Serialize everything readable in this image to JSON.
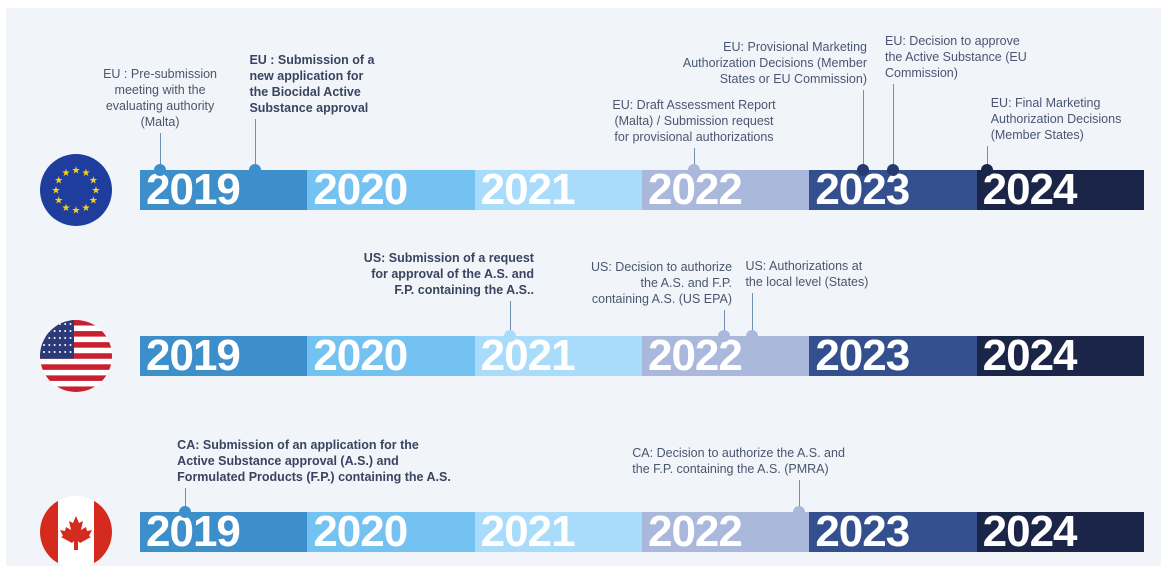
{
  "years": [
    "2019",
    "2020",
    "2021",
    "2022",
    "2023",
    "2024"
  ],
  "colors": {
    "y2019": "#3d8fcb",
    "y2020": "#74c2f1",
    "y2021": "#a9dcfa",
    "y2022": "#aab8dc",
    "y2023": "#334f8e",
    "y2024": "#1b2547",
    "stem": "#6f8fb4"
  },
  "rows": [
    {
      "id": "eu",
      "flag_icon": "eu-flag-icon",
      "events": [
        {
          "text": "EU : Pre-submission\nmeeting with the\nevaluating authority\n(Malta)",
          "year_pos": 2019.12,
          "bold": false,
          "align": "center",
          "dot_color": "#3d8fcb"
        },
        {
          "text": "EU : Submission of a\nnew application for\nthe Biocidal Active\nSubstance approval",
          "year_pos": 2019.69,
          "bold": true,
          "align": "left",
          "dot_color": "#3d8fcb"
        },
        {
          "text": "EU: Draft Assessment Report\n(Malta) / Submission request\nfor provisional authorizations",
          "year_pos": 2022.31,
          "bold": false,
          "align": "center",
          "dot_color": "#aab8dc"
        },
        {
          "text": "EU: Provisional Marketing\nAuthorization Decisions (Member\nStates or EU Commission)",
          "year_pos": 2023.32,
          "bold": false,
          "align": "right",
          "dot_color": "#263a6e"
        },
        {
          "text": "EU: Decision to approve\nthe Active Substance (EU\nCommission)",
          "year_pos": 2023.5,
          "bold": false,
          "align": "left",
          "dot_color": "#263a6e"
        },
        {
          "text": "EU: Final Marketing\nAuthorization Decisions\n(Member States)",
          "year_pos": 2024.06,
          "bold": false,
          "align": "left",
          "dot_color": "#1b2547"
        }
      ]
    },
    {
      "id": "us",
      "flag_icon": "us-flag-icon",
      "events": [
        {
          "text": "US: Submission of a request\nfor approval of the A.S. and\nF.P. containing the A.S..",
          "year_pos": 2021.21,
          "bold": true,
          "align": "right",
          "dot_color": "#a9dcfa"
        },
        {
          "text": "US: Decision to authorize\nthe A.S. and F.P.\ncontaining A.S. (US EPA)",
          "year_pos": 2022.49,
          "bold": false,
          "align": "right",
          "dot_color": "#aab8dc"
        },
        {
          "text": "US: Authorizations at\nthe local level (States)",
          "year_pos": 2022.66,
          "bold": false,
          "align": "left",
          "dot_color": "#aab8dc"
        }
      ]
    },
    {
      "id": "ca",
      "flag_icon": "canada-flag-icon",
      "events": [
        {
          "text": "CA: Submission of an application for the\nActive Substance approval (A.S.) and\nFormulated Products (F.P.) containing the A.S.",
          "year_pos": 2019.27,
          "bold": true,
          "align": "left",
          "dot_color": "#3d8fcb"
        },
        {
          "text": "CA: Decision to authorize the A.S. and\nthe F.P. containing the A.S. (PMRA)",
          "year_pos": 2022.94,
          "bold": false,
          "align": "left",
          "dot_color": "#aab8dc"
        }
      ]
    }
  ]
}
